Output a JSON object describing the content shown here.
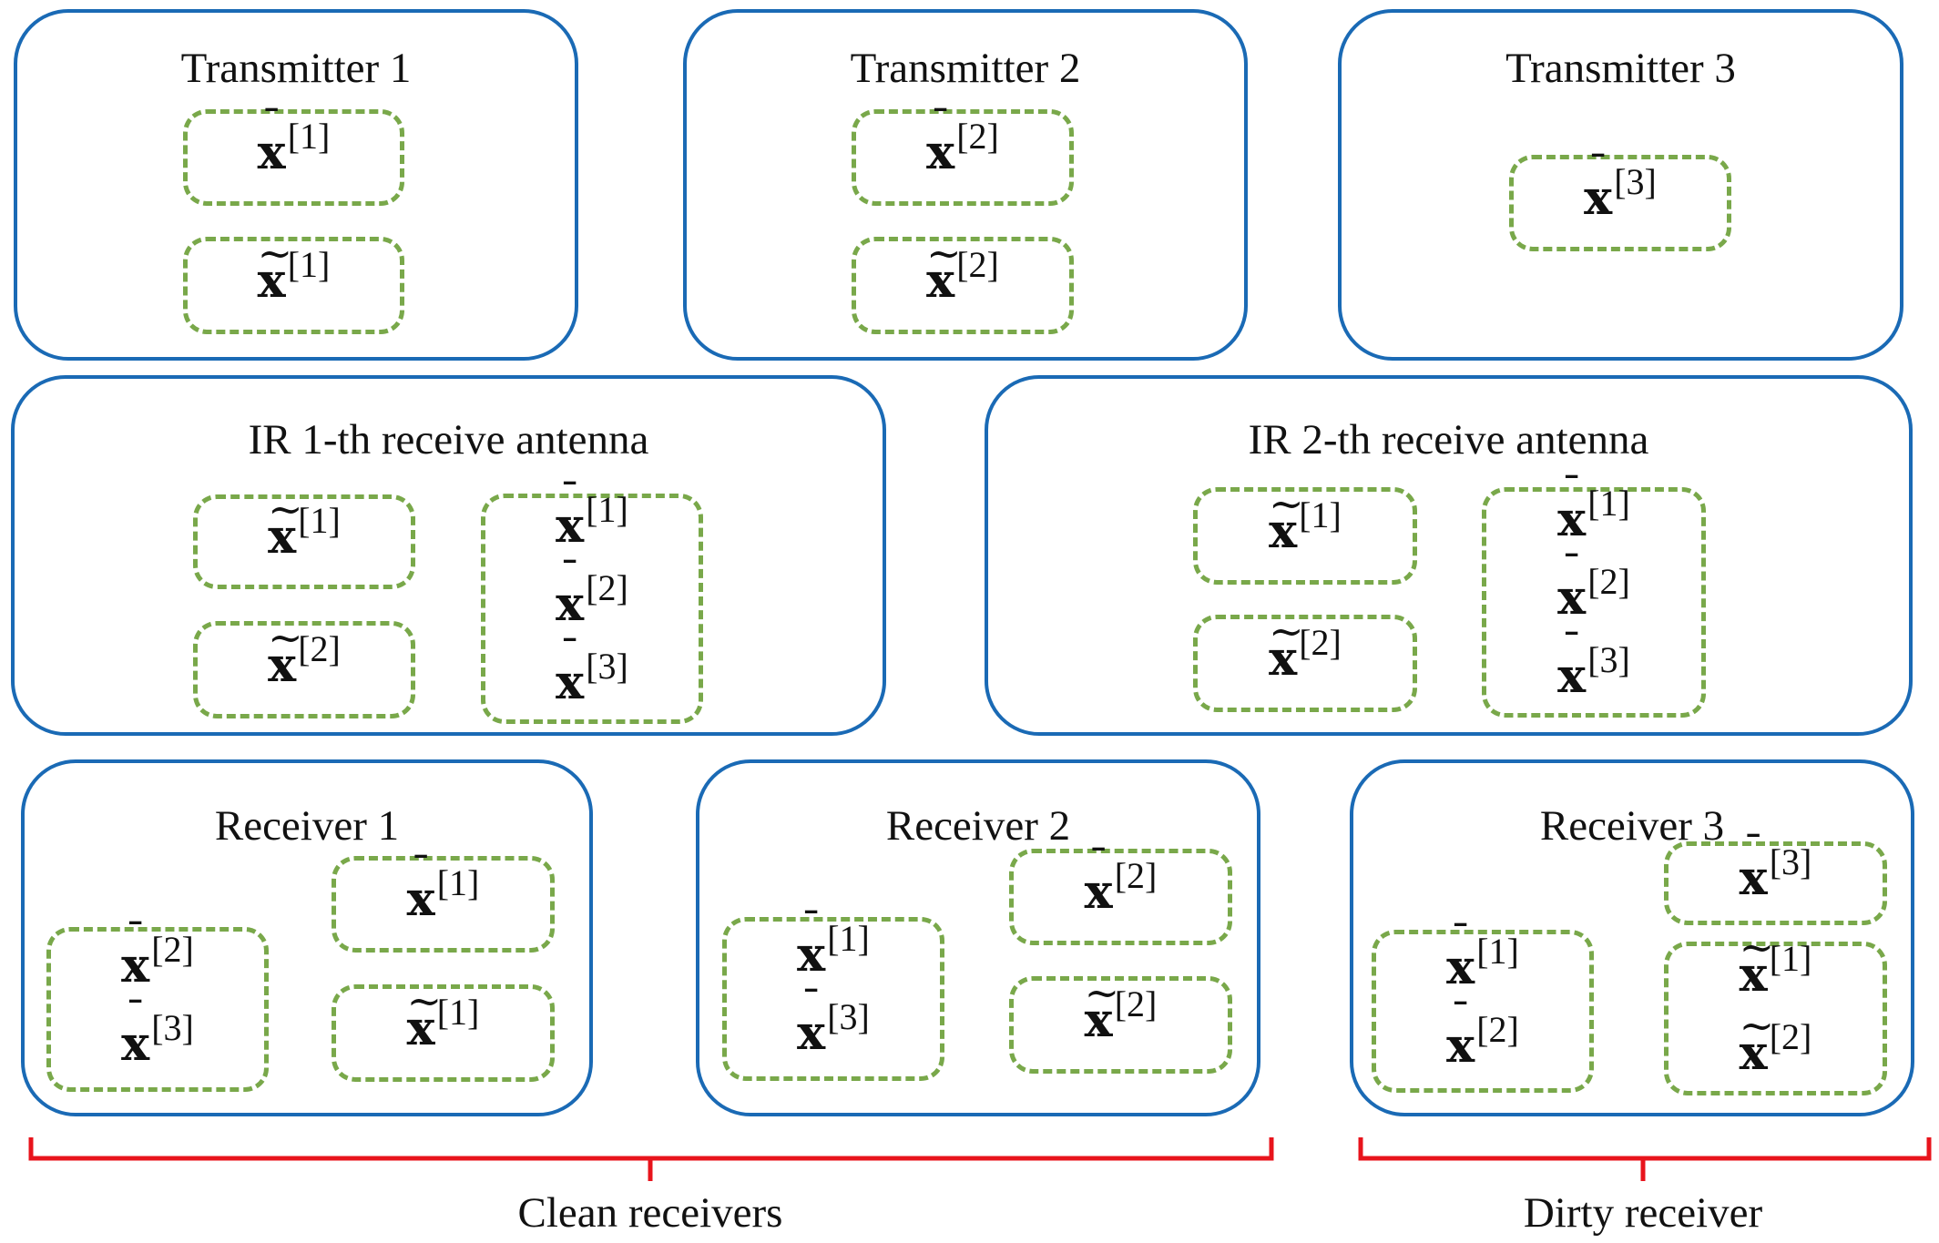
{
  "colors": {
    "panel_border": "#1a6ab5",
    "group_border": "#79a84a",
    "bracket": "#e8141c",
    "text": "#111111"
  },
  "panels": [
    {
      "title": "Transmitter 1",
      "groups": [
        [
          {
            "accent": "¯",
            "base": "x",
            "sup": "[1]"
          }
        ],
        [
          {
            "accent": "~",
            "base": "x",
            "sup": "[1]"
          }
        ]
      ]
    },
    {
      "title": "Transmitter 2",
      "groups": [
        [
          {
            "accent": "¯",
            "base": "x",
            "sup": "[2]"
          }
        ],
        [
          {
            "accent": "~",
            "base": "x",
            "sup": "[2]"
          }
        ]
      ]
    },
    {
      "title": "Transmitter 3",
      "groups": [
        [
          {
            "accent": "¯",
            "base": "x",
            "sup": "[3]"
          }
        ]
      ]
    },
    {
      "title": "IR 1-th receive antenna",
      "groups": [
        [
          {
            "accent": "~",
            "base": "x",
            "sup": "[1]"
          }
        ],
        [
          {
            "accent": "~",
            "base": "x",
            "sup": "[2]"
          }
        ],
        [
          {
            "accent": "¯",
            "base": "x",
            "sup": "[1]"
          },
          {
            "accent": "¯",
            "base": "x",
            "sup": "[2]"
          },
          {
            "accent": "¯",
            "base": "x",
            "sup": "[3]"
          }
        ]
      ]
    },
    {
      "title": "IR 2-th receive antenna",
      "groups": [
        [
          {
            "accent": "~",
            "base": "x",
            "sup": "[1]"
          }
        ],
        [
          {
            "accent": "~",
            "base": "x",
            "sup": "[2]"
          }
        ],
        [
          {
            "accent": "¯",
            "base": "x",
            "sup": "[1]"
          },
          {
            "accent": "¯",
            "base": "x",
            "sup": "[2]"
          },
          {
            "accent": "¯",
            "base": "x",
            "sup": "[3]"
          }
        ]
      ]
    },
    {
      "title": "Receiver 1",
      "groups": [
        [
          {
            "accent": "¯",
            "base": "x",
            "sup": "[2]"
          },
          {
            "accent": "¯",
            "base": "x",
            "sup": "[3]"
          }
        ],
        [
          {
            "accent": "¯",
            "base": "x",
            "sup": "[1]"
          }
        ],
        [
          {
            "accent": "~",
            "base": "x",
            "sup": "[1]"
          }
        ]
      ]
    },
    {
      "title": "Receiver 2",
      "groups": [
        [
          {
            "accent": "¯",
            "base": "x",
            "sup": "[1]"
          },
          {
            "accent": "¯",
            "base": "x",
            "sup": "[3]"
          }
        ],
        [
          {
            "accent": "¯",
            "base": "x",
            "sup": "[2]"
          }
        ],
        [
          {
            "accent": "~",
            "base": "x",
            "sup": "[2]"
          }
        ]
      ]
    },
    {
      "title": "Receiver 3",
      "groups": [
        [
          {
            "accent": "¯",
            "base": "x",
            "sup": "[1]"
          },
          {
            "accent": "¯",
            "base": "x",
            "sup": "[2]"
          }
        ],
        [
          {
            "accent": "¯",
            "base": "x",
            "sup": "[3]"
          }
        ],
        [
          {
            "accent": "~",
            "base": "x",
            "sup": "[1]"
          },
          {
            "accent": "~",
            "base": "x",
            "sup": "[2]"
          }
        ]
      ]
    }
  ],
  "brackets": [
    {
      "label": "Clean receivers"
    },
    {
      "label": "Dirty receiver"
    }
  ]
}
